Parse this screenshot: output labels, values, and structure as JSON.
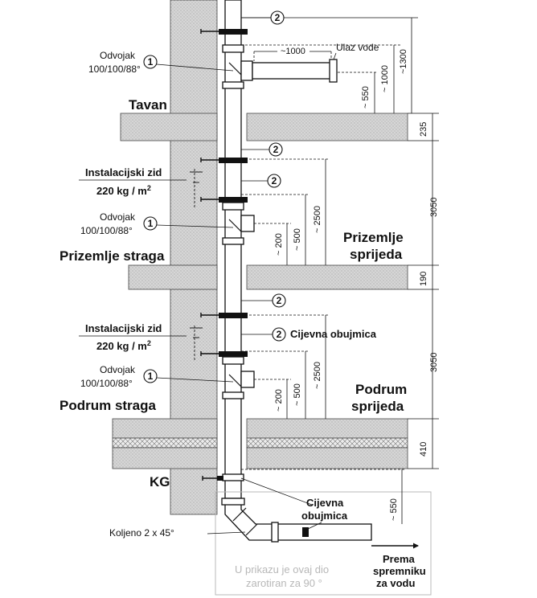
{
  "colors": {
    "wall": "#dcdcdc",
    "slab": "#d2d2d2",
    "insulation": "#e8e8e8",
    "line": "#111111",
    "note": "#b8b8b8"
  },
  "floors": {
    "attic": "Tavan",
    "ground_rear": "Prizemlje straga",
    "ground_front_line1": "Prizemlje",
    "ground_front_line2": "sprijeda",
    "basement_rear": "Podrum straga",
    "basement_front_line1": "Podrum",
    "basement_front_line2": "sprijeda",
    "kg": "KG"
  },
  "parts": {
    "branch_name": "Odvojak",
    "branch_size": "100/100/88°",
    "marker_1": "1",
    "marker_2": "2",
    "inlet": "Ulaz vode",
    "pipe_clamp": "Cijevna obujmica",
    "clamp_line1": "Cijevna",
    "clamp_line2": "obujmica",
    "elbow": "Koljeno  2 x 45°",
    "outlet_line1": "Prema",
    "outlet_line2": "spremniku",
    "outlet_line3": "za vodu"
  },
  "wall_note": {
    "title": "Instalacijski zid",
    "load_value": "220 kg / m",
    "load_exp": "2"
  },
  "rotation_note": {
    "line1": "U prikazu je ovaj dio",
    "line2": "zarotiran za 90 °"
  },
  "dimensions": {
    "inlet_len": "~1000",
    "d_550": "~ 550",
    "d_1000": "~ 1000",
    "d_1300": "~1300",
    "d_235": "235",
    "d_3050": "3050",
    "d_190": "190",
    "d_410": "410",
    "d_200": "~ 200",
    "d_500": "~ 500",
    "d_2500": "~ 2500",
    "d_550_bottom": "~ 550"
  }
}
